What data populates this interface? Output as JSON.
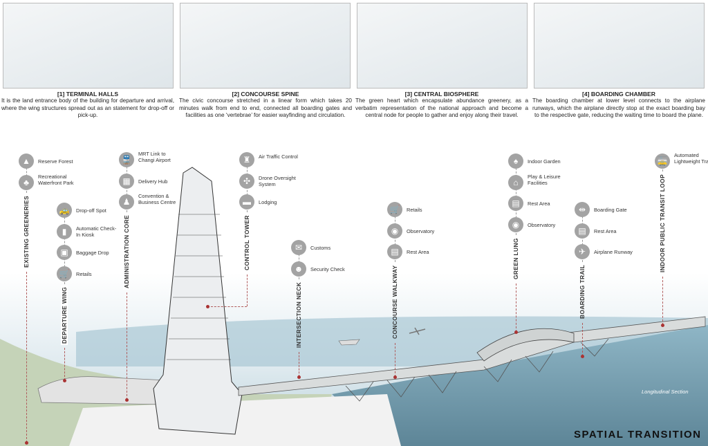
{
  "panels": [
    {
      "title": "[1] TERMINAL HALLS",
      "desc": "It is the land entrance body of the building for departure and arrival, where the wing structures spread out as an statement for drop-off or pick-up."
    },
    {
      "title": "[2] CONCOURSE SPINE",
      "desc": "The civic concourse stretched in a linear form which takes 20 minutes walk from end to end, connected all boarding gates and facilities as one ‘vertebrae’ for easier wayfinding and circulation."
    },
    {
      "title": "[3] CENTRAL BIOSPHERE",
      "desc": "The green heart which encapsulate abundance greenery, as a verbatim representation of the national approach and become a central node for people to gather and enjoy along their travel."
    },
    {
      "title": "[4] BOARDING CHAMBER",
      "desc": "The boarding chamber at lower level connects to the airplane runways, which the airplane directly stop at the exact boarding bay to the respective gate, reducing the waiting time to board the plane."
    }
  ],
  "zones": [
    {
      "label": "EXISTING GREENERIES",
      "items": [
        {
          "icon": "mountain-icon",
          "text": "Reserve Forest"
        },
        {
          "icon": "park-icon",
          "text": "Recreational Waterfront Park"
        }
      ]
    },
    {
      "label": "DEPARTURE WING",
      "items": [
        {
          "icon": "taxi-icon",
          "text": "Drop-off Spot"
        },
        {
          "icon": "kiosk-icon",
          "text": "Automatic Check-In Kiosk"
        },
        {
          "icon": "luggage-icon",
          "text": "Baggage Drop"
        },
        {
          "icon": "cart-icon",
          "text": "Retails"
        }
      ]
    },
    {
      "label": "ADMINISTRATION CORE",
      "items": [
        {
          "icon": "train-icon",
          "text": "MRT Link to Changi Airport"
        },
        {
          "icon": "box-icon",
          "text": "Delivery Hub"
        },
        {
          "icon": "podium-icon",
          "text": "Convention & Business Centre"
        }
      ]
    },
    {
      "label": "CONTROL TOWER",
      "items": [
        {
          "icon": "tower-icon",
          "text": "Air Traffic Control"
        },
        {
          "icon": "drone-icon",
          "text": "Drone Oversight System"
        },
        {
          "icon": "bed-icon",
          "text": "Lodging"
        }
      ]
    },
    {
      "label": "INTERSECTION NECK",
      "items": [
        {
          "icon": "passport-icon",
          "text": "Customs"
        },
        {
          "icon": "officer-icon",
          "text": "Security Check"
        }
      ]
    },
    {
      "label": "CONCOURSE WALKWAY",
      "items": [
        {
          "icon": "cart-icon",
          "text": "Retails"
        },
        {
          "icon": "camera-pin-icon",
          "text": "Observatory"
        },
        {
          "icon": "bench-icon",
          "text": "Rest Area"
        }
      ]
    },
    {
      "label": "GREEN LUNG",
      "items": [
        {
          "icon": "tree-icon",
          "text": "Indoor Garden"
        },
        {
          "icon": "playground-icon",
          "text": "Play & Leisure Facilities"
        },
        {
          "icon": "bench-icon",
          "text": "Rest Area"
        },
        {
          "icon": "camera-pin-icon",
          "text": "Observatory"
        }
      ]
    },
    {
      "label": "BOARDING TRAIL",
      "items": [
        {
          "icon": "gate-icon",
          "text": "Boarding Gate"
        },
        {
          "icon": "bench-icon",
          "text": "Rest Area"
        },
        {
          "icon": "airplane-icon",
          "text": "Airplane Runway"
        }
      ]
    },
    {
      "label": "INDOOR PUBLIC TRANSIT LOOP",
      "items": [
        {
          "icon": "tram-icon",
          "text": "Automated Lightweight Tram"
        }
      ]
    }
  ],
  "icon_glyphs": {
    "mountain-icon": "▲",
    "park-icon": "♣",
    "taxi-icon": "🚕",
    "kiosk-icon": "▮",
    "luggage-icon": "▣",
    "cart-icon": "🛒",
    "train-icon": "🚆",
    "box-icon": "▦",
    "podium-icon": "♟",
    "tower-icon": "♜",
    "drone-icon": "✣",
    "bed-icon": "▬",
    "passport-icon": "✉",
    "officer-icon": "☻",
    "camera-pin-icon": "◉",
    "bench-icon": "▤",
    "tree-icon": "♠",
    "playground-icon": "⌂",
    "gate-icon": "⇹",
    "airplane-icon": "✈",
    "tram-icon": "🚋"
  },
  "section_label": "Longitudinal Section",
  "title": "SPATIAL TRANSITION",
  "colors": {
    "icon": "#a3a3a3",
    "leader": "#b05a5a",
    "sea": "#9fc2d0"
  }
}
